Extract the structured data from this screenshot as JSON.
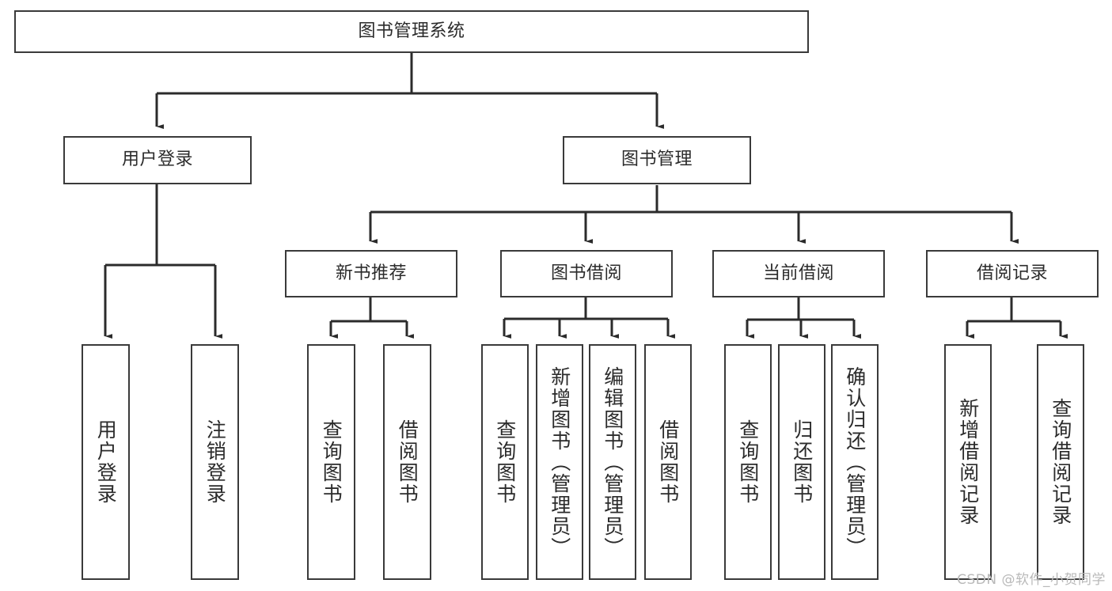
{
  "diagram": {
    "type": "tree-hierarchy",
    "title": "图书管理系统",
    "watermark": "CSDN @软件_小贺同学",
    "colors": {
      "box_border": "#3a3a3a",
      "box_fill": "#ffffff",
      "text": "#2b2b2b",
      "edge": "#2b2b2b",
      "watermark": "#b9b9b9",
      "background": "#ffffff"
    },
    "levels": {
      "root": {
        "label": "图书管理系统"
      },
      "level2": [
        {
          "id": "user-login",
          "label": "用户登录"
        },
        {
          "id": "book-manage",
          "label": "图书管理"
        }
      ],
      "level3": [
        {
          "id": "new-book-recommend",
          "label": "新书推荐",
          "parent": "book-manage"
        },
        {
          "id": "book-borrow",
          "label": "图书借阅",
          "parent": "book-manage"
        },
        {
          "id": "current-borrow",
          "label": "当前借阅",
          "parent": "book-manage"
        },
        {
          "id": "borrow-record",
          "label": "借阅记录",
          "parent": "book-manage"
        }
      ],
      "leaves": [
        {
          "id": "leaf-user-login",
          "label": "用户登录",
          "parent": "user-login"
        },
        {
          "id": "leaf-user-logout",
          "label": "注销登录",
          "parent": "user-login"
        },
        {
          "id": "leaf-query-book-1",
          "label": "查询图书",
          "parent": "new-book-recommend"
        },
        {
          "id": "leaf-borrow-book-1",
          "label": "借阅图书",
          "parent": "new-book-recommend"
        },
        {
          "id": "leaf-query-book-2",
          "label": "查询图书",
          "parent": "book-borrow"
        },
        {
          "id": "leaf-add-book",
          "label": "新增图书（管理员）",
          "parent": "book-borrow"
        },
        {
          "id": "leaf-edit-book",
          "label": "编辑图书（管理员）",
          "parent": "book-borrow"
        },
        {
          "id": "leaf-borrow-book-2",
          "label": "借阅图书",
          "parent": "book-borrow"
        },
        {
          "id": "leaf-query-book-3",
          "label": "查询图书",
          "parent": "current-borrow"
        },
        {
          "id": "leaf-return-book",
          "label": "归还图书",
          "parent": "current-borrow"
        },
        {
          "id": "leaf-confirm-return",
          "label": "确认归还（管理员）",
          "parent": "current-borrow"
        },
        {
          "id": "leaf-add-record",
          "label": "新增借阅记录",
          "parent": "borrow-record"
        },
        {
          "id": "leaf-query-record",
          "label": "查询借阅记录",
          "parent": "borrow-record"
        }
      ]
    }
  }
}
